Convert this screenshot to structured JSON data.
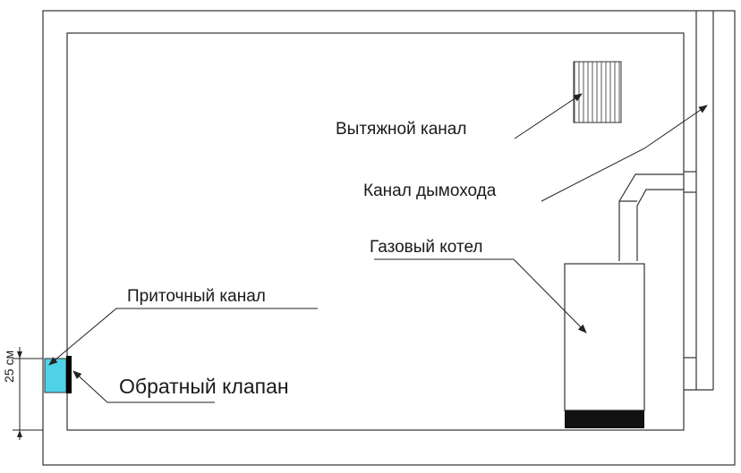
{
  "labels": {
    "exhaust": "Вытяжной канал",
    "chimney": "Канал дымохода",
    "boiler": "Газовый котел",
    "supply": "Приточный канал",
    "check_valve": "Обратный клапан",
    "dimension": "25 см"
  },
  "colors": {
    "supply_fill": "#4fd1e8",
    "valve": "#000000",
    "boiler_base": "#111111",
    "lines": "#222222"
  }
}
